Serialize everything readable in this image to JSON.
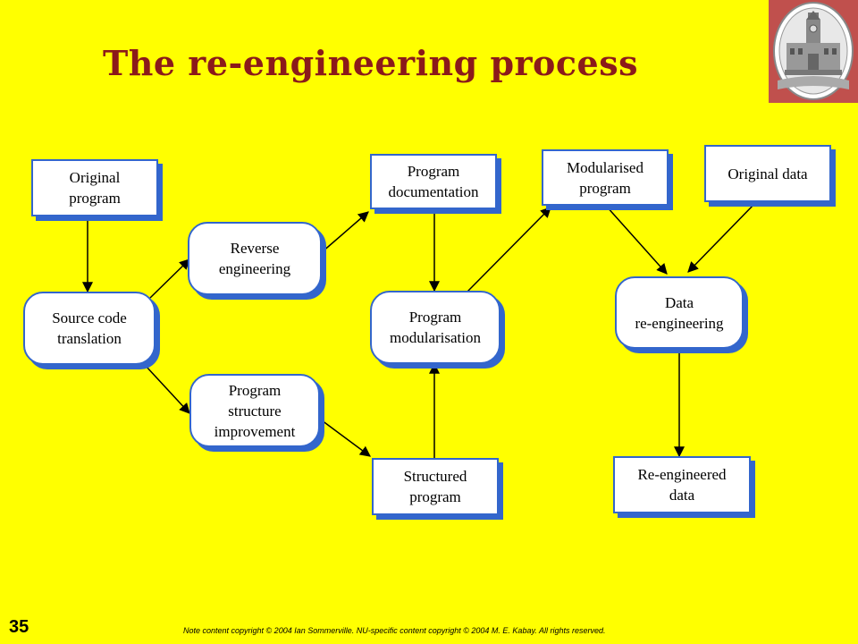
{
  "title": "The re-engineering process",
  "nodes": {
    "original_program": "Original\nprogram",
    "reverse_engineering": "Reverse\nengineering",
    "program_documentation": "Program\ndocumentation",
    "modularised_program": "Modularised\nprogram",
    "original_data": "Original data",
    "source_code_translation": "Source code\ntranslation",
    "program_modularisation": "Program\nmodularisation",
    "data_reengineering": "Data\nre-engineering",
    "program_structure_improvement": "Program\nstructure\nimprovement",
    "structured_program": "Structured\nprogram",
    "reengineered_data": "Re-engineered\ndata"
  },
  "footer": {
    "slide_number": "35",
    "copyright": "Note content copyright © 2004 Ian Sommerville. NU-specific content copyright © 2004 M. E. Kabay. All rights reserved."
  },
  "colors": {
    "background": "#FFFF00",
    "title": "#8B1A1A",
    "box_border": "#3366CC",
    "logo_bg": "#C0504D"
  }
}
